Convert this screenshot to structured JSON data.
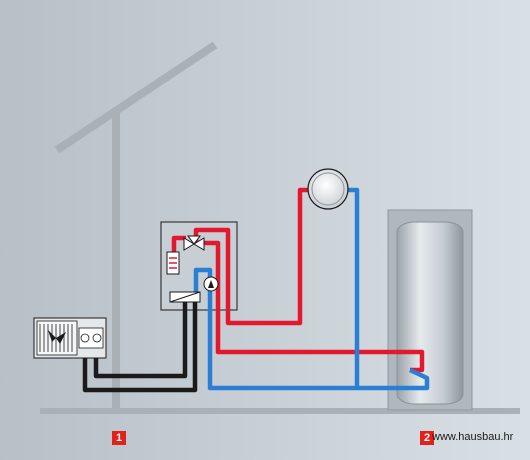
{
  "colors": {
    "hot_pipe": "#e3172d",
    "cold_pipe": "#2a7fd4",
    "glycol_pipe": "#1a1a1a",
    "badge": "#e32019",
    "structure": "#a9b1b7",
    "background_left": "#b7c0c7",
    "background_right": "#d9e0e5"
  },
  "icons": {
    "outdoor_unit": "heat-pump-outdoor-unit-icon",
    "hydraulic_module": "hydraulic-module-icon",
    "three_way_valve": "three-way-valve-icon",
    "pump": "circulation-pump-icon",
    "heat_exchanger": "plate-heat-exchanger-icon",
    "radiator": "radiator-icon",
    "tank": "hot-water-tank-icon"
  },
  "markers": {
    "marker_1": "1",
    "marker_2": "2"
  },
  "watermark": "www.hausbau.hr"
}
